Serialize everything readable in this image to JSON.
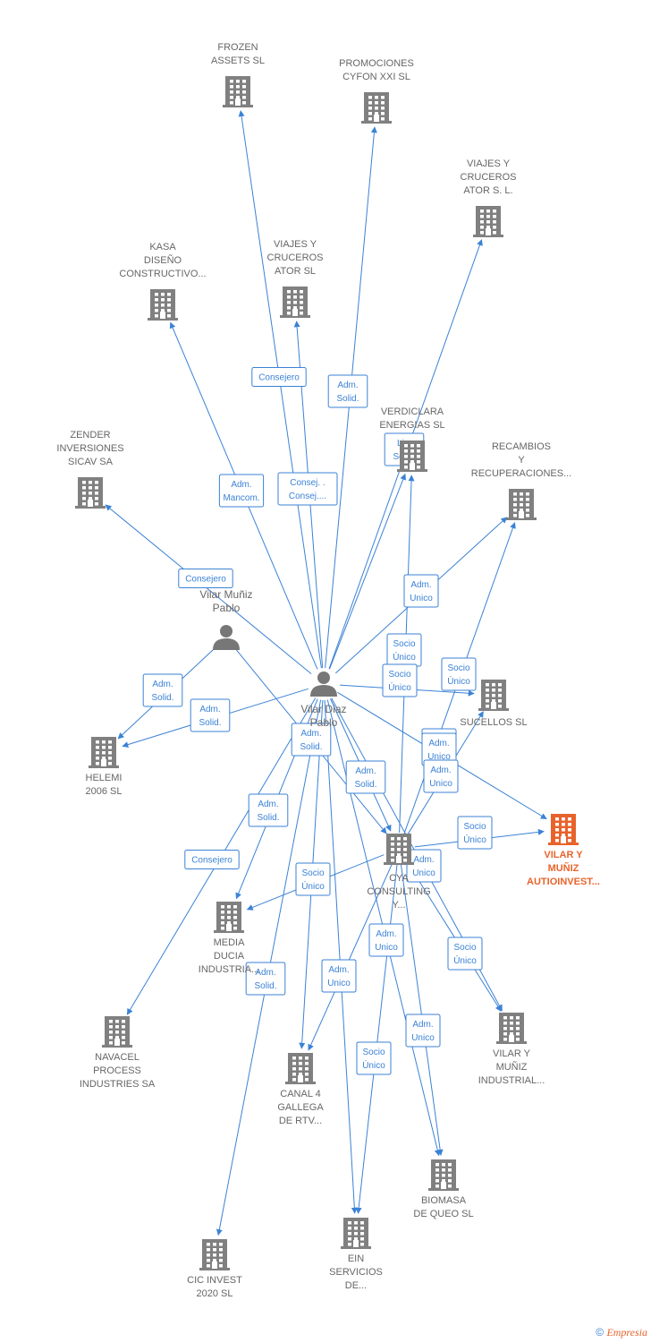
{
  "colors": {
    "edge": "#3b82d6",
    "building": "#808080",
    "main": "#e8632b",
    "person": "#777777",
    "label": "#666666"
  },
  "footer": {
    "copyright": "©",
    "brand": "Empresia"
  },
  "nodes": [
    {
      "id": "frozen",
      "type": "company",
      "label": [
        "FROZEN",
        "ASSETS SL"
      ]
    },
    {
      "id": "promociones",
      "type": "company",
      "label": [
        "PROMOCIONES",
        "CYFON XXI  SL"
      ]
    },
    {
      "id": "viajes_sl",
      "type": "company",
      "label": [
        "VIAJES Y",
        "CRUCEROS",
        "ATOR S. L."
      ]
    },
    {
      "id": "kasa",
      "type": "company",
      "label": [
        "KASA",
        "DISEÑO",
        "CONSTRUCTIVO..."
      ]
    },
    {
      "id": "viajes2",
      "type": "company",
      "label": [
        "VIAJES Y",
        "CRUCEROS",
        "ATOR  SL"
      ]
    },
    {
      "id": "verdiclara",
      "type": "company",
      "label": [
        "VERDICLARA",
        "ENERGIAS SL"
      ]
    },
    {
      "id": "zender",
      "type": "company",
      "label": [
        "ZENDER",
        "INVERSIONES",
        "SICAV SA"
      ]
    },
    {
      "id": "recambios",
      "type": "company",
      "label": [
        "RECAMBIOS",
        "Y",
        "RECUPERACIONES..."
      ]
    },
    {
      "id": "vilar_munoz_pablo",
      "type": "person",
      "label": [
        "Vilar Muñiz",
        "Pablo"
      ]
    },
    {
      "id": "vilar_diaz_pablo",
      "type": "person",
      "label": [
        "Vilar Diaz",
        "Pablo"
      ]
    },
    {
      "id": "sucellos",
      "type": "company",
      "label": [
        "SUCELLOS  SL"
      ]
    },
    {
      "id": "helemi",
      "type": "company",
      "label": [
        "HELEMI",
        "2006 SL"
      ]
    },
    {
      "id": "vilar_autioinvest",
      "type": "main",
      "label": [
        "VILAR Y",
        "MUÑIZ",
        "AUTIOINVEST..."
      ]
    },
    {
      "id": "cya",
      "type": "company",
      "label": [
        "CYA",
        "CONSULTING",
        "Y..."
      ]
    },
    {
      "id": "media",
      "type": "company",
      "label": [
        "MEDIA",
        "DUCIA",
        "INDUSTRIA..."
      ]
    },
    {
      "id": "navacel",
      "type": "company",
      "label": [
        "NAVACEL",
        "PROCESS",
        "INDUSTRIES SA"
      ]
    },
    {
      "id": "vilar_industrial",
      "type": "company",
      "label": [
        "VILAR Y",
        "MUÑIZ",
        "INDUSTRIAL..."
      ]
    },
    {
      "id": "canal4",
      "type": "company",
      "label": [
        "CANAL 4",
        "GALLEGA",
        "DE RTV..."
      ]
    },
    {
      "id": "biomasa",
      "type": "company",
      "label": [
        "BIOMASA",
        "DE QUEO  SL"
      ]
    },
    {
      "id": "ein",
      "type": "company",
      "label": [
        "EIN",
        "SERVICIOS",
        "DE..."
      ]
    },
    {
      "id": "cic",
      "type": "company",
      "label": [
        "CIC INVEST",
        "2020  SL"
      ]
    }
  ],
  "edges": [
    {
      "from": "vilar_diaz_pablo",
      "to": "frozen",
      "label": [
        "Consejero"
      ]
    },
    {
      "from": "vilar_diaz_pablo",
      "to": "promociones",
      "label": [
        "Adm.",
        "Solid."
      ]
    },
    {
      "from": "vilar_diaz_pablo",
      "to": "viajes_sl",
      "label": [
        "Adm.",
        "Unico"
      ]
    },
    {
      "from": "vilar_diaz_pablo",
      "to": "kasa",
      "label": [
        "Adm.",
        "Mancom."
      ]
    },
    {
      "from": "vilar_diaz_pablo",
      "to": "viajes2",
      "label": [
        "Consej. .",
        "Consej...."
      ]
    },
    {
      "from": "vilar_diaz_pablo",
      "to": "verdiclara",
      "label": [
        "Liq.",
        "Solid."
      ]
    },
    {
      "from": "vilar_diaz_pablo",
      "to": "zender",
      "label": [
        "Consejero"
      ]
    },
    {
      "from": "vilar_diaz_pablo",
      "to": "recambios",
      "label": [
        "Adm.",
        "Unico"
      ]
    },
    {
      "from": "vilar_munoz_pablo",
      "to": "helemi",
      "label": [
        "Adm.",
        "Solid."
      ]
    },
    {
      "from": "vilar_diaz_pablo",
      "to": "helemi",
      "label": [
        "Adm.",
        "Solid."
      ]
    },
    {
      "from": "vilar_diaz_pablo",
      "to": "sucellos",
      "label": [
        "Adm.",
        "Unico"
      ]
    },
    {
      "from": "cya",
      "to": "recambios",
      "label": [
        "Socio",
        "Único"
      ]
    },
    {
      "from": "cya",
      "to": "verdiclara",
      "label": [
        "Socio",
        "Único"
      ]
    },
    {
      "from": "cya",
      "to": "sucellos",
      "label": [
        "Socio",
        "Único"
      ]
    },
    {
      "from": "vilar_diaz_pablo",
      "to": "vilar_autioinvest",
      "label": [
        "Adm.",
        "Unico"
      ]
    },
    {
      "from": "cya",
      "to": "vilar_autioinvest",
      "label": [
        "Socio",
        "Único"
      ]
    },
    {
      "from": "vilar_munoz_pablo",
      "to": "cya",
      "label": [
        "Adm.",
        "Solid."
      ]
    },
    {
      "from": "vilar_diaz_pablo",
      "to": "cya",
      "label": [
        "Adm.",
        "Solid."
      ]
    },
    {
      "from": "vilar_diaz_pablo",
      "to": "media",
      "label": [
        "Adm.",
        "Solid."
      ]
    },
    {
      "from": "cya",
      "to": "media",
      "label": [
        "Socio",
        "Único"
      ]
    },
    {
      "from": "vilar_diaz_pablo",
      "to": "navacel",
      "label": [
        "Consejero"
      ]
    },
    {
      "from": "vilar_diaz_pablo",
      "to": "vilar_industrial",
      "label": [
        "Adm.",
        "Unico"
      ]
    },
    {
      "from": "cya",
      "to": "vilar_industrial",
      "label": [
        "Socio",
        "Único"
      ]
    },
    {
      "from": "vilar_diaz_pablo",
      "to": "canal4",
      "label": [
        "Adm.",
        "Unico"
      ]
    },
    {
      "from": "cya",
      "to": "canal4",
      "label": [
        "Socio",
        "Único"
      ]
    },
    {
      "from": "vilar_diaz_pablo",
      "to": "biomasa",
      "label": [
        "Adm.",
        "Unico"
      ]
    },
    {
      "from": "cya",
      "to": "biomasa",
      "label": [
        "Socio",
        "Único"
      ]
    },
    {
      "from": "vilar_diaz_pablo",
      "to": "ein",
      "label": [
        "Adm.",
        "Unico"
      ]
    },
    {
      "from": "cya",
      "to": "ein",
      "label": [
        "Socio",
        "Único"
      ]
    },
    {
      "from": "vilar_diaz_pablo",
      "to": "cic",
      "label": [
        "Adm.",
        "Solid."
      ]
    }
  ]
}
